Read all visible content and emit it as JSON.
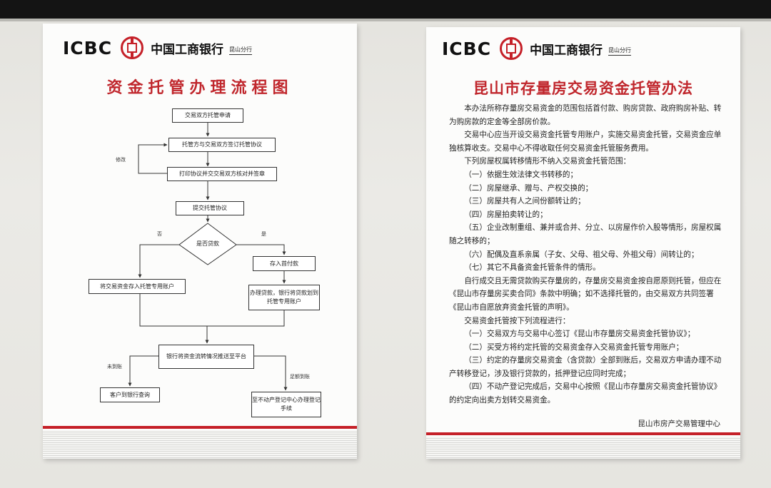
{
  "left_board": {
    "logo": {
      "icbc": "ICBC",
      "bank_name": "中国工商银行",
      "branch": "昆山分行"
    },
    "title": "资金托管办理流程图",
    "flow": {
      "step1": "交易双方托管申请",
      "step2": "托管方与交易双方签订托管协议",
      "step3": "打印协议并交交易双方核对并签章",
      "step4": "提交托管协议",
      "decision": "是否贷款",
      "yes_step1": "存入首付款",
      "yes_step2": "办理贷款，银行将贷款划到托管专用账户",
      "no_step": "将交易资金存入托管专用账户",
      "notify": "银行将资金流转情况推送至平台",
      "end_left": "客户到银行查询",
      "end_right": "至不动产登记中心办理登记手续",
      "label_modify": "修改",
      "label_no": "否",
      "label_yes": "是",
      "label_not_arrived": "未到账",
      "label_full": "足额到账"
    }
  },
  "right_board": {
    "logo": {
      "icbc": "ICBC",
      "bank_name": "中国工商银行",
      "branch": "昆山分行"
    },
    "title": "昆山市存量房交易资金托管办法",
    "paragraphs": [
      "本办法所称存量房交易资金的范围包括首付款、购房贷款、政府购房补贴、转为购房款的定金等全部房价款。",
      "交易中心应当开设交易资金托管专用账户，实施交易资金托管，交易资金应单独核算收支。交易中心不得收取任何交易资金托管服务费用。",
      "下列房屋权属转移情形不纳入交易资金托管范围：",
      "（一）依据生效法律文书转移的；",
      "（二）房屋继承、赠与、产权交换的；",
      "（三）房屋共有人之间份额转让的；",
      "（四）房屋拍卖转让的；",
      "（五）企业改制重组、兼并或合并、分立、以房屋作价入股等情形，房屋权属随之转移的；",
      "（六）配偶及直系亲属（子女、父母、祖父母、外祖父母）间转让的；",
      "（七）其它不具备资金托管条件的情形。",
      "自行成交且无需贷款购买存量房的，存量房交易资金按自愿原则托管，但应在《昆山市存量房买卖合同》条款中明确；如不选择托管的，由交易双方共同签署《昆山市自愿放弃资金托管的声明》。",
      "交易资金托管按下列流程进行：",
      "（一）交易双方与交易中心签订《昆山市存量房交易资金托管协议》；",
      "（二）买受方将约定托管的交易资金存入交易资金托管专用账户；",
      "（三）约定的存量房交易资金（含贷款）全部到账后，交易双方申请办理不动产转移登记，涉及银行贷款的，抵押登记应同时完成；",
      "（四）不动产登记完成后，交易中心按照《昆山市存量房交易资金托管协议》的约定向出卖方划转交易资金。"
    ],
    "signoff": "昆山市房产交易管理中心"
  },
  "colors": {
    "accent_red": "#c0272d",
    "board": "#fcfcfb"
  }
}
